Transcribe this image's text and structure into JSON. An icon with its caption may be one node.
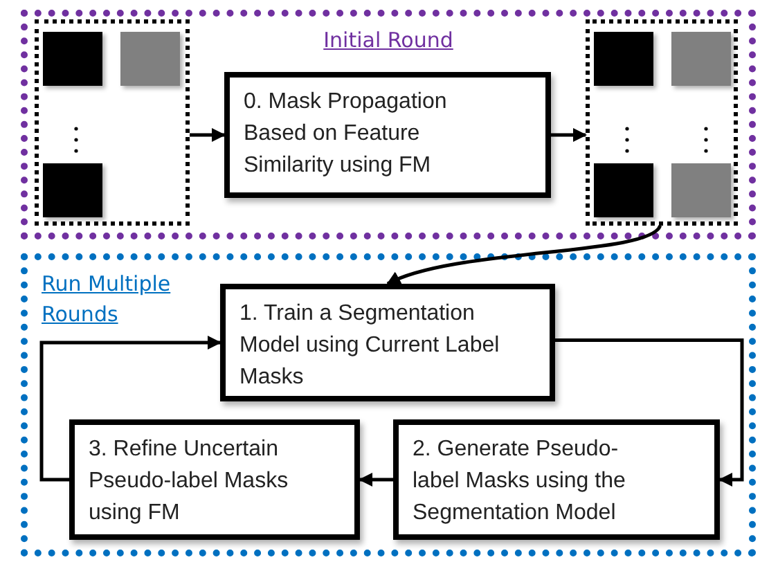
{
  "diagram": {
    "nodes": [
      {
        "text": [
          "Initial Round"
        ]
      },
      {
        "text": [],
        "shape": "box",
        "in": 0
      },
      {
        "text": [
          "0. Mask Propagation Based on Feature Similarity using FM"
        ],
        "in": 0
      },
      {
        "text": [],
        "shape": "box",
        "in": 0
      },
      {
        "text": [
          "Run Multiple Rounds"
        ]
      },
      {
        "text": [
          "1. Train a Segmentation Model using Current Label Masks"
        ],
        "in": 4
      },
      {
        "text": [
          "2. Generate Pseudo-label Masks using the Segmentation Model"
        ],
        "in": 4
      },
      {
        "text": [
          "3. Refine Uncertain Pseudo-label Masks using FM"
        ],
        "in": 4
      }
    ],
    "edges": [
      {
        "from": 1,
        "to": 2,
        "arrow": "to"
      },
      {
        "from": 2,
        "to": 3,
        "arrow": "to"
      },
      {
        "from": 3,
        "to": 5,
        "arrow": "to"
      },
      {
        "from": 5,
        "to": 6,
        "arrow": "to"
      },
      {
        "from": 6,
        "to": 7,
        "arrow": "to"
      },
      {
        "from": 7,
        "to": 5,
        "arrow": "to"
      }
    ]
  }
}
